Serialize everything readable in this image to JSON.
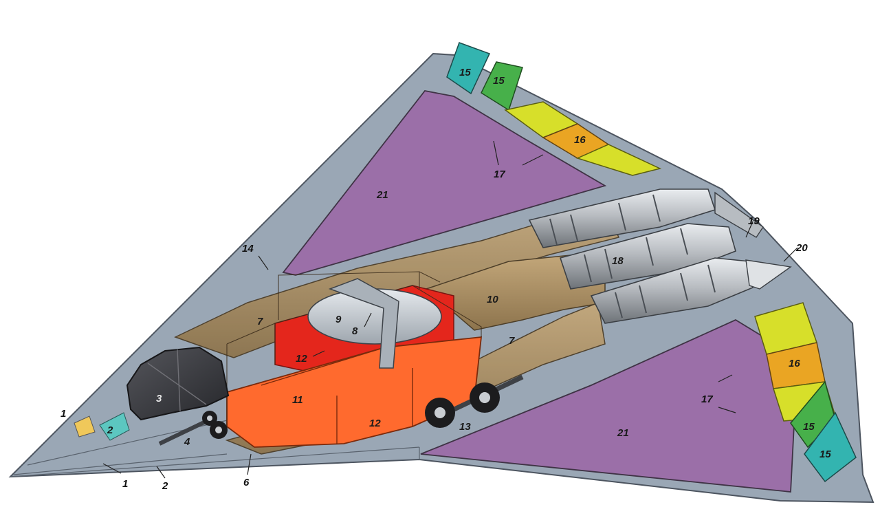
{
  "labels": {
    "n1": "1",
    "n2": "2",
    "n3": "3",
    "n4": "4",
    "n6": "6",
    "n7": "7",
    "n8": "8",
    "n9": "9",
    "n10": "10",
    "n11": "11",
    "n12": "12",
    "n13": "13",
    "n14": "14",
    "n15": "15",
    "n16": "16",
    "n17": "17",
    "n18": "18",
    "n19": "19",
    "n20": "20",
    "n21": "21"
  },
  "colors": {
    "airframe": "#9aa7b5",
    "fuel_tank": "#9b6fa8",
    "intake_duct": "#a38a63",
    "weapons_bay": "#ff6a2e",
    "weapons_bay_inner": "#e4261c",
    "engine": "#b9bcc0",
    "cockpit": "#3b3b40",
    "elevon_yellow": "#d7df2a",
    "elevon_orange": "#eaa523",
    "elevon_green": "#47b04a",
    "elevon_teal": "#33b4b0",
    "radar_dish": "#c6ccd2"
  }
}
